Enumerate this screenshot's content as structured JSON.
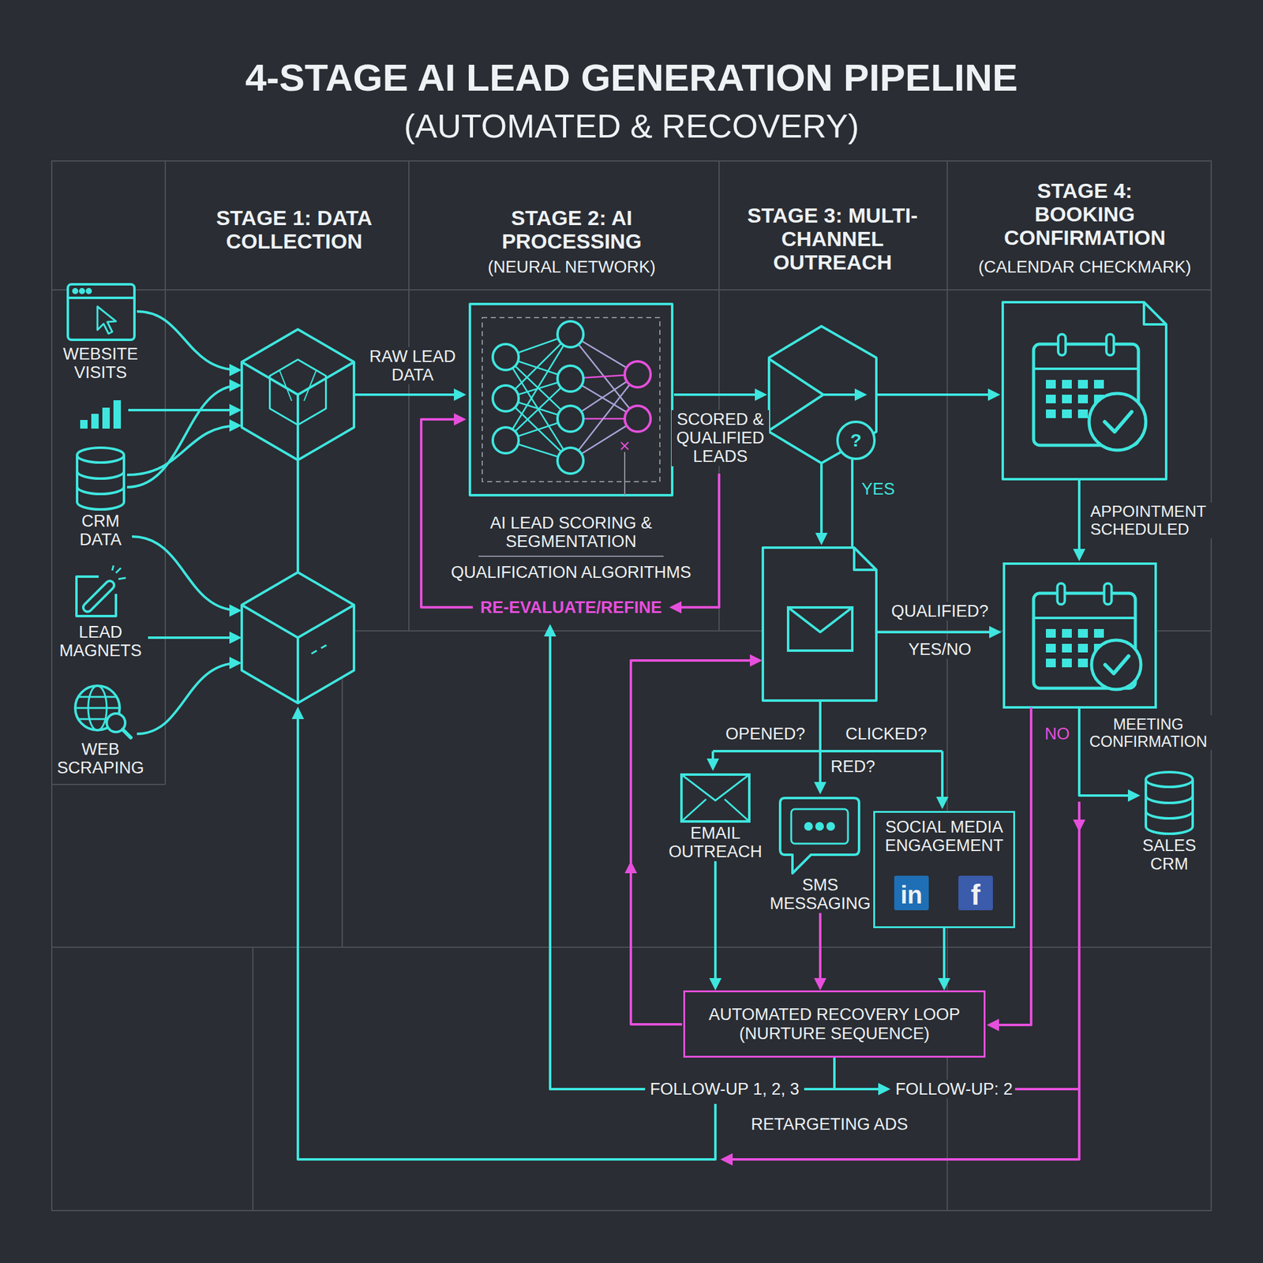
{
  "diagram": {
    "title": "4-STAGE AI LEAD GENERATION PIPELINE",
    "nodes": [
      {
        "text": [
          "WEBSITE VISITS"
        ]
      },
      {
        "text": [
          "CRM DATA"
        ]
      },
      {
        "text": [
          "LEAD MAGNETS"
        ]
      },
      {
        "text": [
          "WEB SCRAPING"
        ]
      },
      {
        "text": [
          "AI LEAD SCORING & SEGMENTATION",
          "QUALIFICATION ALGORITHMS",
          "RE-EVALUATE/REFINE"
        ]
      },
      {
        "text": [
          "EMAIL OUTREACH"
        ]
      },
      {
        "text": [
          "SMS MESSAGING"
        ]
      },
      {
        "text": [
          "SOCIAL MEDIA ENGAGEMENT"
        ]
      },
      {
        "text": [
          "AUTOMATED RECOVERY LOOP (NURTURE SEQUENCE)"
        ]
      },
      {
        "text": [
          "SALES CRM"
        ]
      }
    ],
    "edges": [
      {
        "from": 5,
        "to": 8,
        "arrow": "to"
      },
      {
        "from": 6,
        "to": 8,
        "arrow": "to"
      },
      {
        "from": 7,
        "to": 8,
        "arrow": "to"
      },
      {
        "from": 8,
        "to": 4,
        "arrow": "to",
        "label": "FOLLOW-UP 1, 2, 3"
      }
    ],
    "labels": [
      "(AUTOMATED & RECOVERY)",
      "STAGE 1: DATA COLLECTION",
      "STAGE 2: AI PROCESSING",
      "(NEURAL NETWORK)",
      "STAGE 3: MULTI-CHANNEL OUTREACH",
      "STAGE 4: BOOKING CONFIRMATION",
      "(CALENDAR CHECKMARK)",
      "RAW LEAD DATA",
      "SCORED & QUALIFIED LEADS",
      "?",
      "YES",
      "QUALIFIED?",
      "YES/NO",
      "APPOINTMENT SCHEDULED",
      "OPENED?",
      "CLICKED?",
      "RED?",
      "NO",
      "MEETING CONFIRMATION",
      "in",
      "f",
      "FOLLOW-UP: 2",
      "RETARGETING ADS"
    ]
  }
}
